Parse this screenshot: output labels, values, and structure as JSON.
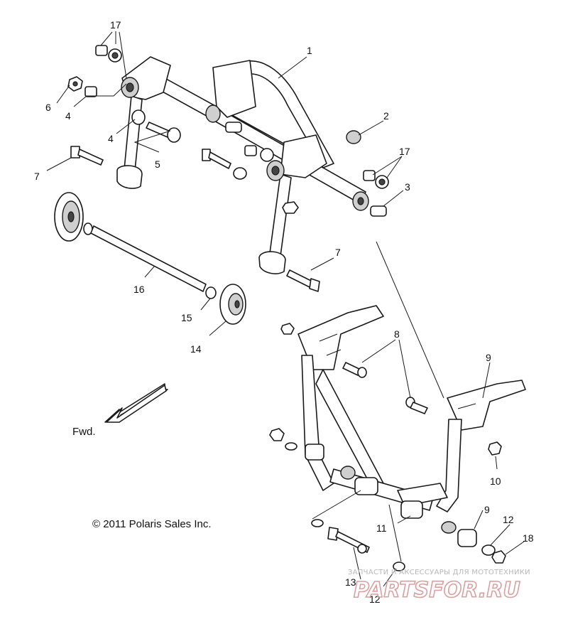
{
  "callouts": {
    "c1": "1",
    "c2": "2",
    "c3": "3",
    "c4a": "4",
    "c4b": "4",
    "c5": "5",
    "c6": "6",
    "c7a": "7",
    "c7b": "7",
    "c8": "8",
    "c9a": "9",
    "c9b": "9",
    "c10": "10",
    "c11": "11",
    "c12a": "12",
    "c12b": "12",
    "c13": "13",
    "c14": "14",
    "c15": "15",
    "c16": "16",
    "c17a": "17",
    "c17b": "17",
    "c18": "18"
  },
  "fwd_label": "Fwd.",
  "copyright": "© 2011 Polaris Sales Inc.",
  "watermark": {
    "tagline": "ЗАПЧАСТИ И АКСЕССУАРЫ ДЛЯ МОТОТЕХНИКИ",
    "brand": "PARTSFOR.RU"
  }
}
